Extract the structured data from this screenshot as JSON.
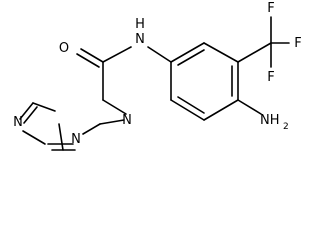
{
  "molecule": {
    "atoms": {
      "o_carbonyl": "O",
      "n_amide": "N",
      "h_amide": "H",
      "f_top": "F",
      "f_right": "F",
      "f_bottom": "F",
      "n_ring_1": "N",
      "n_ring_2": "N",
      "n_ring_4": "N",
      "nh2_main": "NH",
      "nh2_sub": "2"
    },
    "colors": {
      "bond": "#000000",
      "text": "#000000",
      "background": "#ffffff"
    }
  }
}
